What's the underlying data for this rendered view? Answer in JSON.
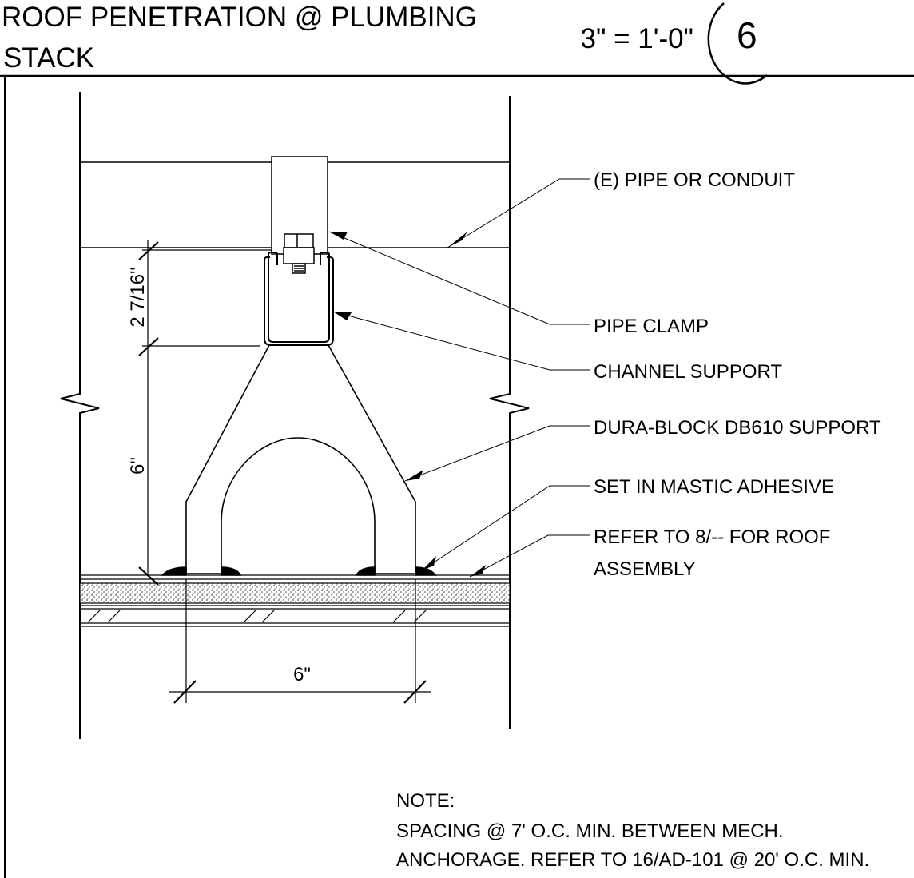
{
  "title": {
    "line1": "ROOF PENETRATION @ PLUMBING",
    "line2": "STACK",
    "scale": "3\" = 1'-0\"",
    "detail_number": "6"
  },
  "dimensions": {
    "clamp_height": "2 7/16\"",
    "block_height": "6\"",
    "base_width": "6\""
  },
  "callouts": [
    "(E) PIPE OR CONDUIT",
    "PIPE CLAMP",
    "CHANNEL SUPPORT",
    "DURA-BLOCK DB610 SUPPORT",
    "SET IN MASTIC ADHESIVE",
    "REFER TO 8/-- FOR ROOF",
    "ASSEMBLY"
  ],
  "note": {
    "heading": "NOTE:",
    "line1": "SPACING @ 7' O.C. MIN. BETWEEN MECH.",
    "line2": "ANCHORAGE. REFER TO 16/AD-101 @ 20' O.C. MIN."
  }
}
